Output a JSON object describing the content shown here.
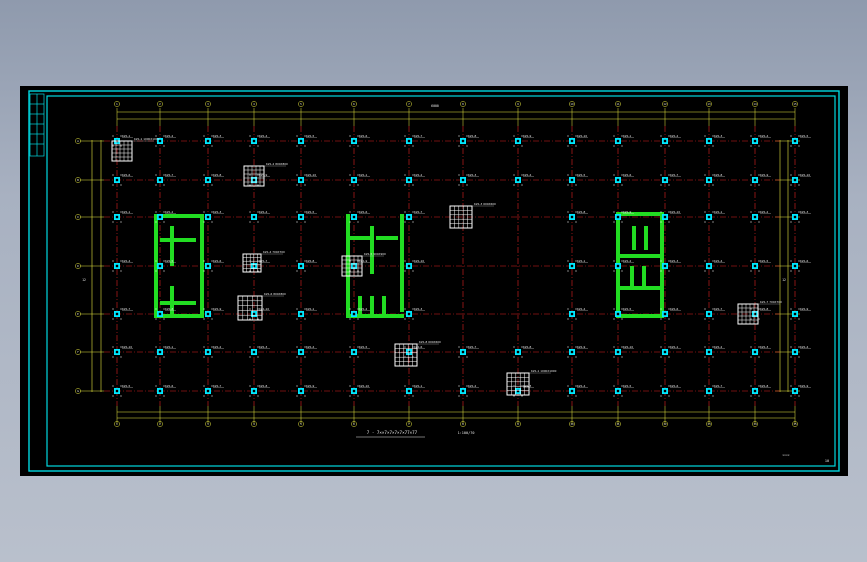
{
  "colors": {
    "background": "#000000",
    "frame": "#00d8e0",
    "axis_line": "#e02020",
    "dim_line": "#e8e840",
    "column": "#00e8ff",
    "wall": "#22dd22",
    "label": "#e8e8e8",
    "bracket": "#ffffff"
  },
  "title_block": {
    "caption": "7 - 7××7×7×7×7×77×77",
    "sub_caption": "1:100/70",
    "sheet_note": "××××",
    "sheet_number": "10"
  },
  "dimensions": {
    "top_total": "6000",
    "left_total": "12",
    "right_total": "12"
  },
  "axis_labels": {
    "columns": [
      "1",
      "2",
      "3",
      "4",
      "5",
      "6",
      "7",
      "8",
      "9",
      "10",
      "11",
      "12",
      "13",
      "14",
      "15"
    ],
    "rows": [
      "A",
      "B",
      "C",
      "D",
      "E",
      "F",
      "G"
    ]
  },
  "column_tags": [
    "KZ1-1",
    "KZ1-2",
    "KZ1-3",
    "KZ1-4",
    "KZ1-5",
    "KZ1-6",
    "KZ1-7",
    "KZ1-8",
    "KZ1-9",
    "KZ1-10"
  ],
  "detail_notes": [
    "KZ1-1 1000X1000",
    "KZ1-2 800X800",
    "KZ1-3 600X600",
    "KZ1-4 700X700",
    "KZ1-5 900X900",
    "KZ1-6 800X800",
    "KZ1-7 700X700",
    "KZ1-8 600X600"
  ]
}
